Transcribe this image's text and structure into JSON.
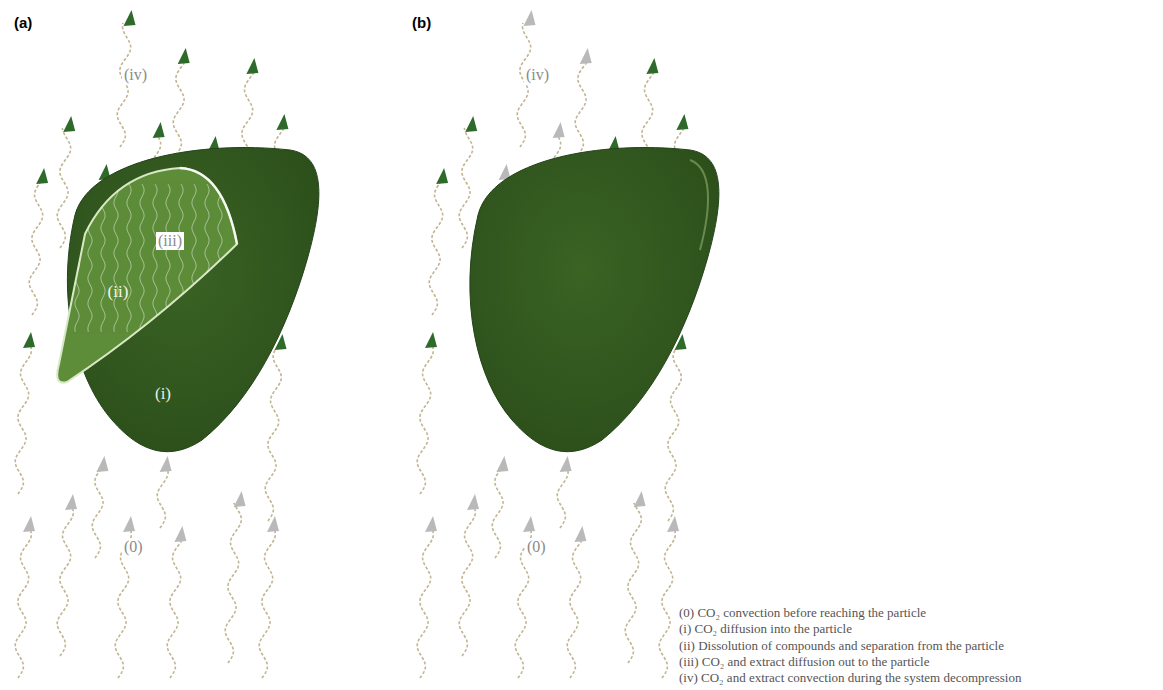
{
  "diagram": {
    "nodes": [
      {
        "text": [
          "(i)"
        ]
      },
      {
        "text": [
          "(ii)"
        ],
        "in": 0
      }
    ],
    "labels": [
      "(a)",
      "(b)",
      "(iv)",
      "(iii)",
      "(0)",
      "(iv)",
      "(0)",
      "(0) CO₂ convection before reaching the particle",
      "(i) CO₂ diffusion into the particle",
      "(ii) Dissolution of compounds and separation from the particle",
      "(iii) CO₂ and extract diffusion out to the particle",
      "(iv) CO₂ and extract convection during the system decompression"
    ]
  }
}
